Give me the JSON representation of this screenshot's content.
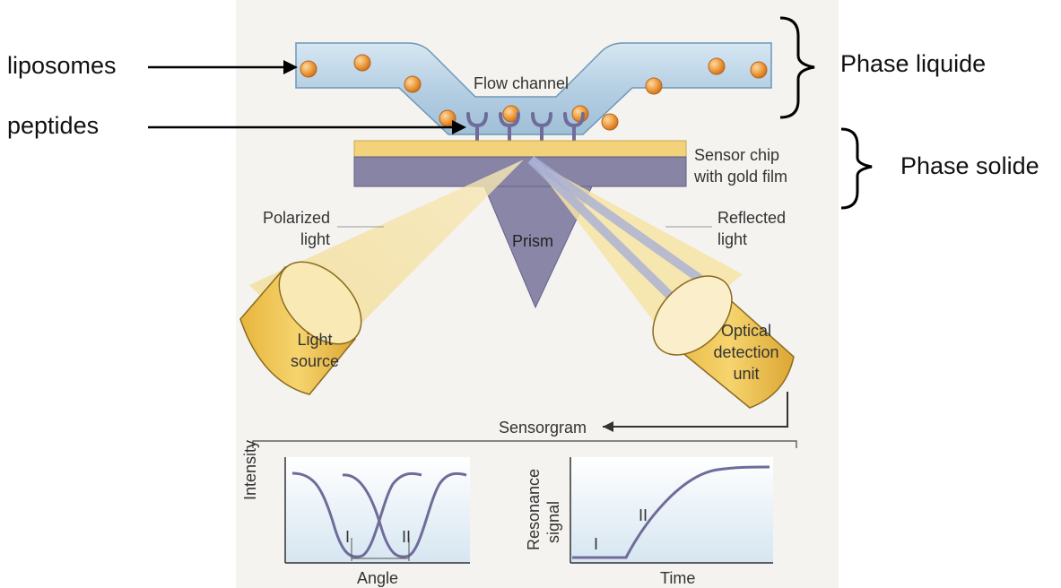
{
  "annotations": {
    "liposomes": "liposomes",
    "peptides": "peptides",
    "phase_liquide": "Phase liquide",
    "phase_solide": "Phase solide"
  },
  "diagram": {
    "flow_channel": "Flow channel",
    "sensor_chip_line1": "Sensor chip",
    "sensor_chip_line2": "with gold film",
    "polarized_line1": "Polarized",
    "polarized_line2": "light",
    "reflected_line1": "Reflected",
    "reflected_line2": "light",
    "prism": "Prism",
    "light_source_line1": "Light",
    "light_source_line2": "source",
    "detector_line1": "Optical",
    "detector_line2": "detection",
    "detector_line3": "unit",
    "sensorgram": "Sensorgram"
  },
  "plots": {
    "left": {
      "ylabel": "Intensity",
      "xlabel": "Angle",
      "mark1": "I",
      "mark2": "II"
    },
    "right": {
      "ylabel1": "Resonance",
      "ylabel2": "signal",
      "xlabel": "Time",
      "mark1": "I",
      "mark2": "II"
    }
  },
  "colors": {
    "channel": "#b9d3e6",
    "liposome": "#e9912f",
    "gold": "#f2d27a",
    "chip": "#8784a6",
    "prism": "#8a86a8",
    "light": "#f6e3a4",
    "device": "#edc24e",
    "curve": "#6f6c9a"
  }
}
